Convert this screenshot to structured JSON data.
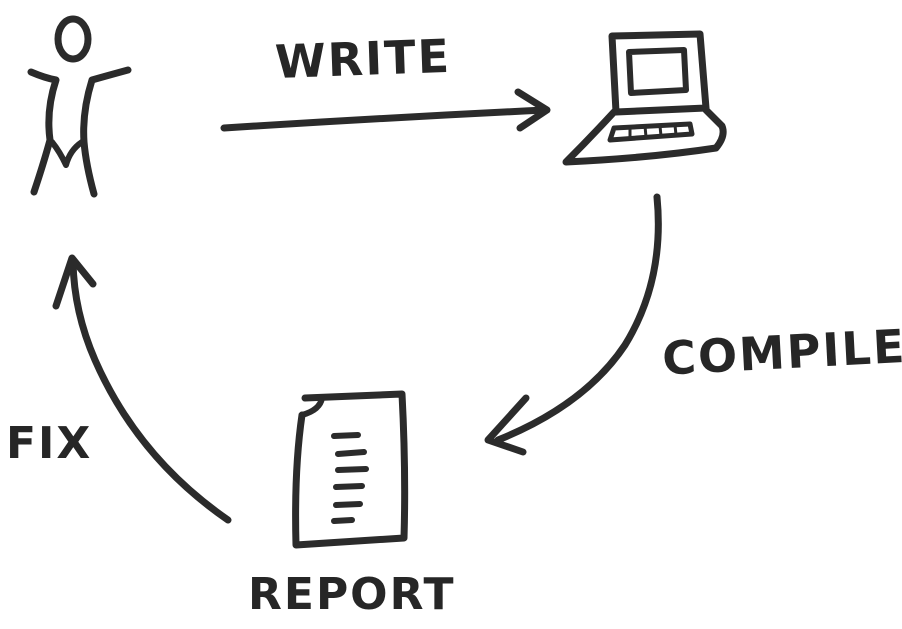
{
  "labels": {
    "write": "WRITE",
    "compile": "COMPILE",
    "fix": "FIX",
    "report": "REPORT"
  },
  "icons": {
    "person": "person-icon",
    "laptop": "laptop-icon",
    "document": "document-icon"
  },
  "colors": {
    "ink": "#2b2b2b",
    "background": "#ffffff"
  }
}
